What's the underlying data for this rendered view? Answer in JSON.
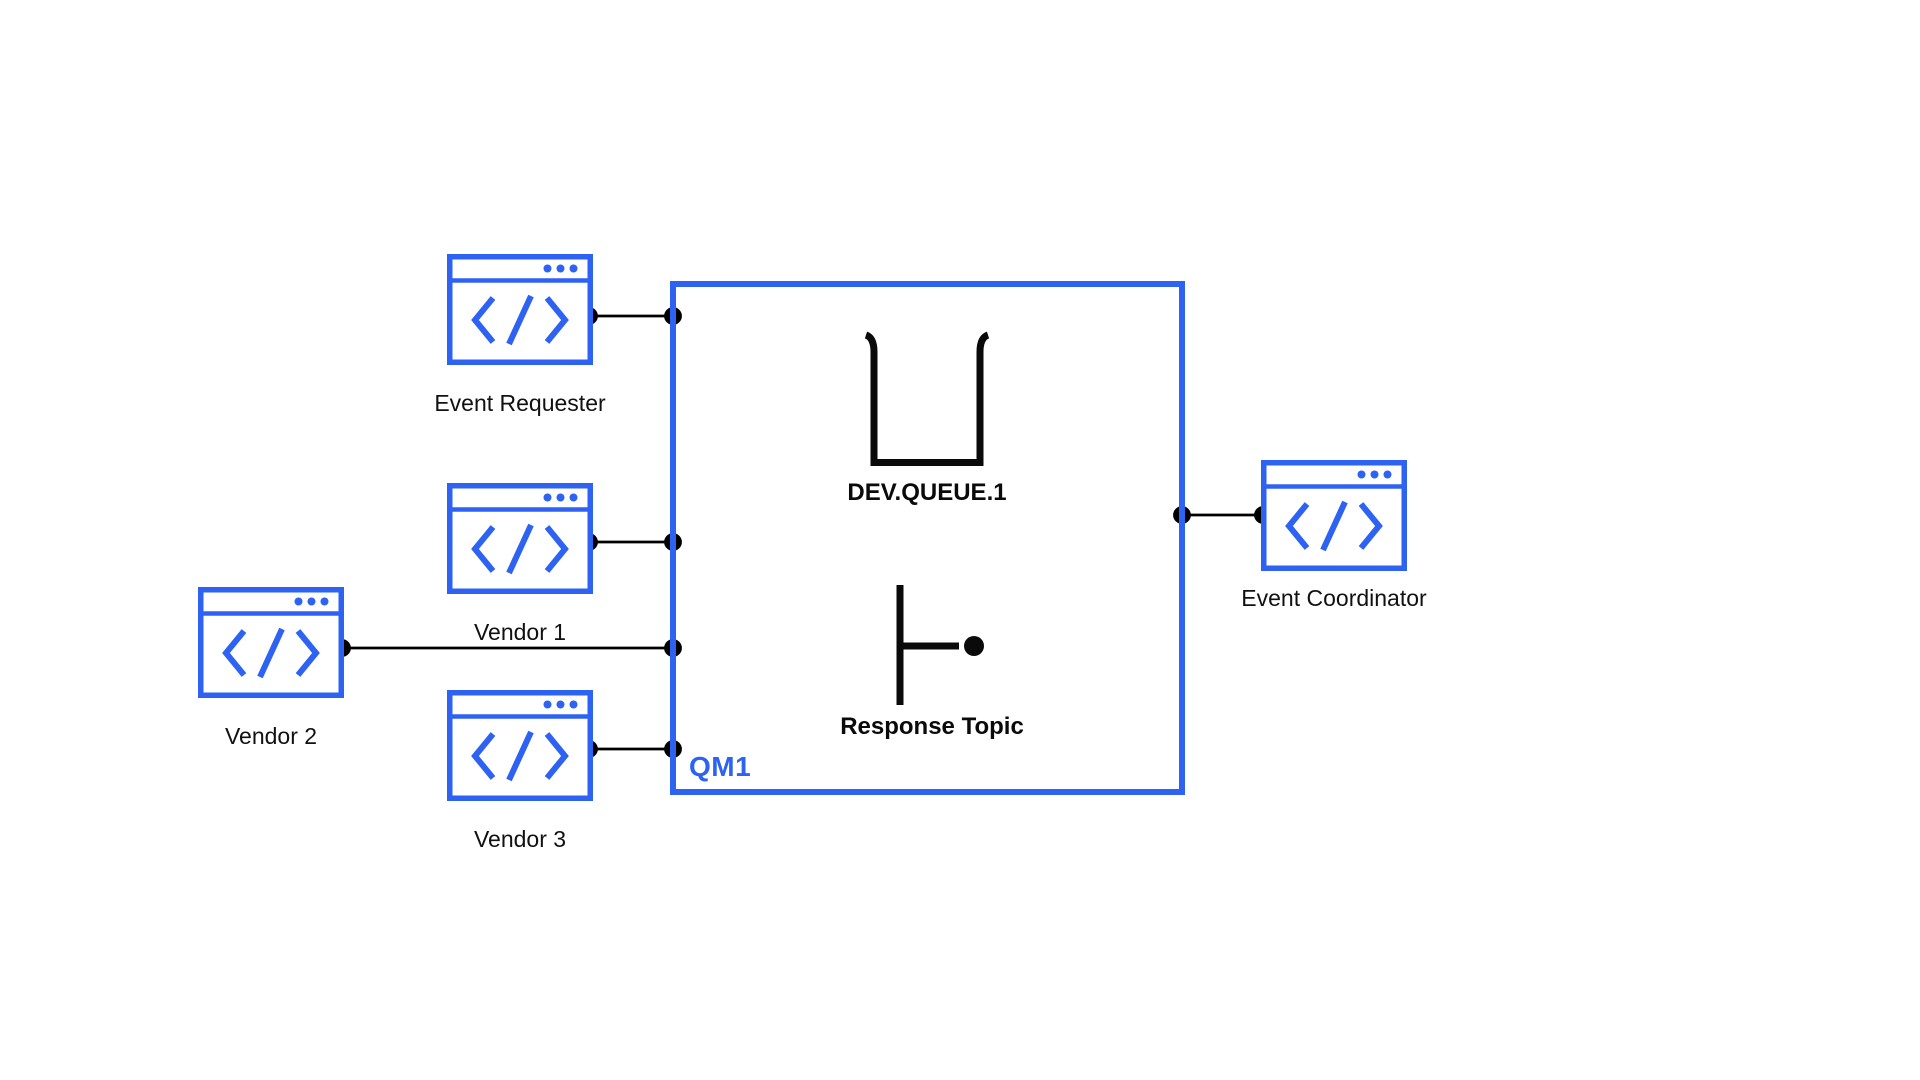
{
  "diagram": {
    "queue_manager": {
      "label": "QM1"
    },
    "queue": {
      "label": "DEV.QUEUE.1"
    },
    "topic": {
      "label": "Response Topic"
    },
    "apps": [
      {
        "id": "event-requester",
        "label": "Event Requester"
      },
      {
        "id": "vendor-1",
        "label": "Vendor 1"
      },
      {
        "id": "vendor-2",
        "label": "Vendor 2"
      },
      {
        "id": "vendor-3",
        "label": "Vendor 3"
      },
      {
        "id": "event-coordinator",
        "label": "Event Coordinator"
      }
    ],
    "colors": {
      "accent_blue": "#2e62f2",
      "line_black": "#000000",
      "background": "#ffffff",
      "label_text": "#111111"
    },
    "icons": {
      "app": "code-window-icon",
      "queue": "queue-icon",
      "topic": "topic-icon"
    }
  }
}
